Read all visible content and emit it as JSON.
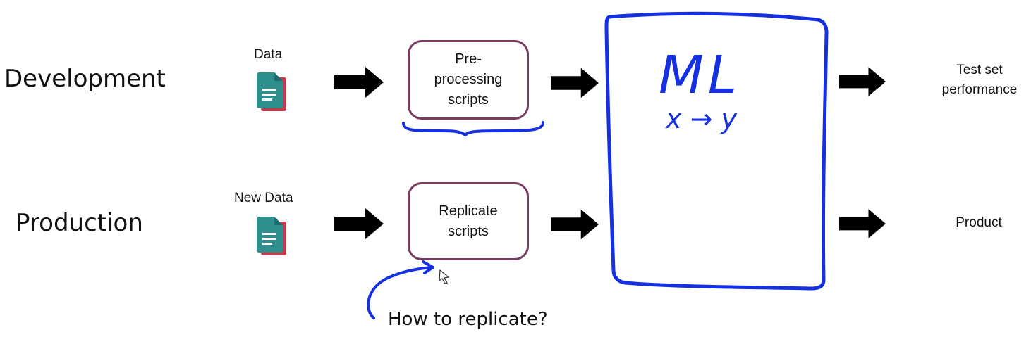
{
  "stages": {
    "development": "Development",
    "production": "Production"
  },
  "inputs": {
    "dev_data": "Data",
    "prod_data": "New Data"
  },
  "process_boxes": {
    "dev_line1": "Pre-",
    "dev_line2": "processing",
    "dev_line3": "scripts",
    "prod_line1": "Replicate",
    "prod_line2": "scripts"
  },
  "model": {
    "title": "ML",
    "mapping": "x → y"
  },
  "outputs": {
    "dev_line1": "Test set",
    "dev_line2": "performance",
    "prod": "Product"
  },
  "annotation": {
    "question": "How to replicate?"
  },
  "colors": {
    "ink_blue": "#1430e0",
    "box_border": "#7a3b5e",
    "doc_teal": "#2f8f8c",
    "doc_red": "#c23a4b",
    "arrow": "#000000"
  },
  "icons": [
    "document-icon",
    "right-arrow-icon",
    "cursor-icon"
  ]
}
